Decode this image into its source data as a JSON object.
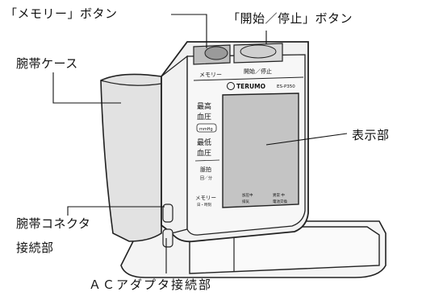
{
  "callouts": {
    "memory_button": "「メモリー」ボタン",
    "start_stop_button": "「開始／停止」ボタン",
    "cuff_case": "腕帯ケース",
    "display": "表示部",
    "cuff_connector_line1": "腕帯コネクタ",
    "cuff_connector_line2": "接続部",
    "ac_adapter_connector": "ＡＣアダプタ接続部"
  },
  "device": {
    "button_left_label": "メモリー",
    "button_right_label": "開始／停止",
    "brand": "TERUMO",
    "model": "ES-P350",
    "panel_systolic": "最高\n血圧",
    "panel_unit": "mmHg",
    "panel_diastolic": "最低\n血圧",
    "panel_pulse": "脈拍",
    "panel_pulse_unit": "回／分",
    "panel_memory": "メモリー",
    "panel_memory_sub": "日・時刻",
    "legend_measuring": "加圧中",
    "legend_exhaust": "排気",
    "legend_irregular": "異常 中",
    "legend_battery": "電池交換"
  },
  "colors": {
    "device_body": "#f1f1f1",
    "display_panel": "#c4c4c4",
    "cuff_case": "#e2e2e2",
    "outline": "#222222"
  }
}
